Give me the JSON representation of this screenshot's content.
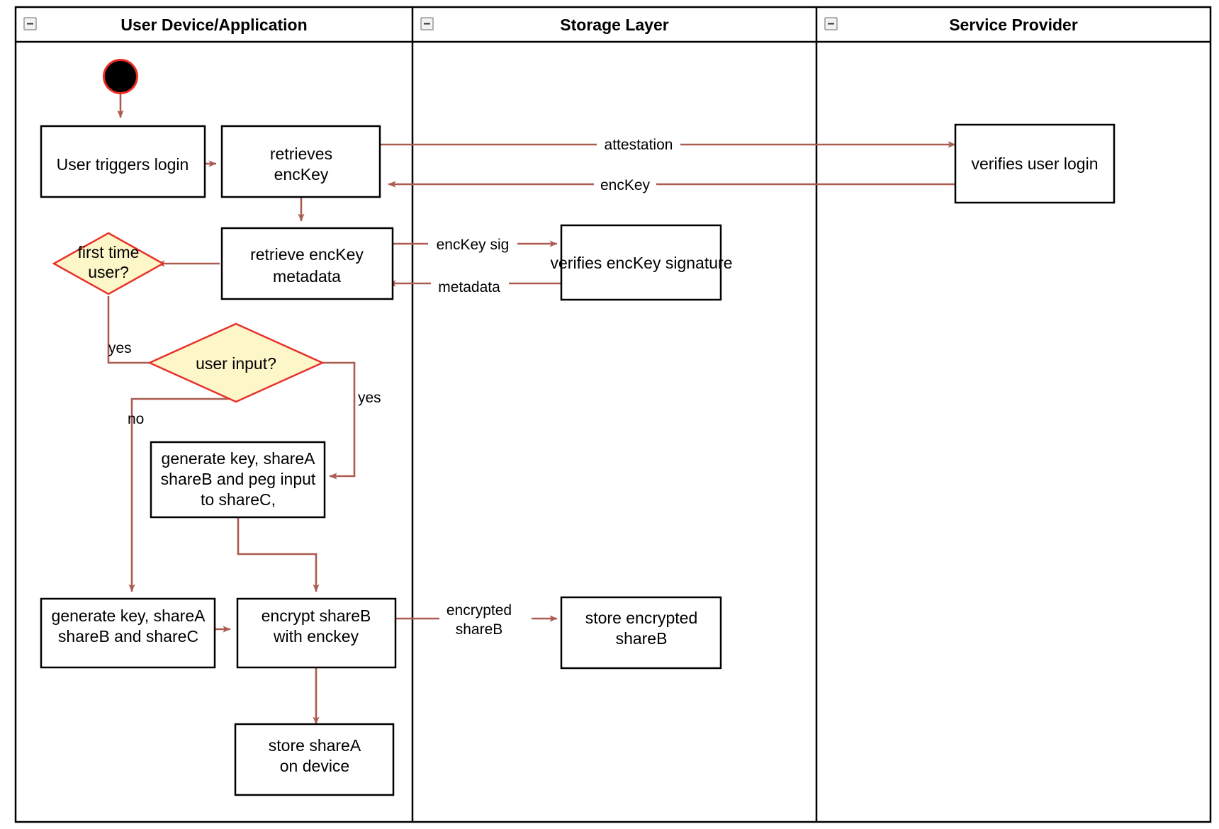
{
  "diagram": {
    "title_hidden": "",
    "lanes": [
      {
        "id": "lane-user-device",
        "title": "User Device/Application",
        "collapse_icon": "collapse-minus-icon"
      },
      {
        "id": "lane-storage",
        "title": "Storage Layer",
        "collapse_icon": "collapse-minus-icon"
      },
      {
        "id": "lane-service-provider",
        "title": "Service Provider",
        "collapse_icon": "collapse-minus-icon"
      }
    ],
    "nodes": {
      "start": {
        "type": "start-node",
        "label": ""
      },
      "user_triggers_login": {
        "type": "activity",
        "line1": "User triggers login",
        "line2": ""
      },
      "retrieves_enckey": {
        "type": "activity",
        "line1": "retrieves",
        "line2": "encKey"
      },
      "verifies_user_login": {
        "type": "activity",
        "line1": "verifies user login",
        "line2": ""
      },
      "retrieve_enckey_metadata": {
        "type": "activity",
        "line1": "retrieve encKey",
        "line2": "metadata"
      },
      "verifies_enckey_signature": {
        "type": "activity",
        "line1": "verifies encKey signature",
        "line2": ""
      },
      "first_time_user": {
        "type": "decision",
        "line1": "first time",
        "line2": "user?"
      },
      "user_input": {
        "type": "decision",
        "line1": "user input?",
        "line2": ""
      },
      "generate_peg": {
        "type": "activity",
        "line1": "generate key, shareA",
        "line2": "shareB and peg input",
        "line3": "to shareC,"
      },
      "generate_shares": {
        "type": "activity",
        "line1": "generate key, shareA",
        "line2": "shareB and shareC"
      },
      "encrypt_shareb": {
        "type": "activity",
        "line1": "encrypt shareB",
        "line2": "with enckey"
      },
      "store_encrypted_shareb": {
        "type": "activity",
        "line1": "store encrypted",
        "line2": "shareB"
      },
      "store_sharea": {
        "type": "activity",
        "line1": "store shareA",
        "line2": "on device"
      }
    },
    "edge_labels": {
      "attestation": "attestation",
      "enckey": "encKey",
      "enckey_sig": "encKey sig",
      "metadata": "metadata",
      "yes_first_time": "yes",
      "yes_user_input": "yes",
      "no_user_input": "no",
      "encrypted_shareb_1": "encrypted",
      "encrypted_shareb_2": "shareB"
    },
    "colors": {
      "edge": "#ab5b50",
      "decision_fill": "#fdf6c8",
      "decision_stroke": "#e8322a",
      "node_stroke": "#000000",
      "node_fill": "#ffffff",
      "start_ring": "#ec2d26",
      "start_fill": "#000000",
      "lane_stroke": "#000000",
      "background": "#ffffff"
    }
  }
}
